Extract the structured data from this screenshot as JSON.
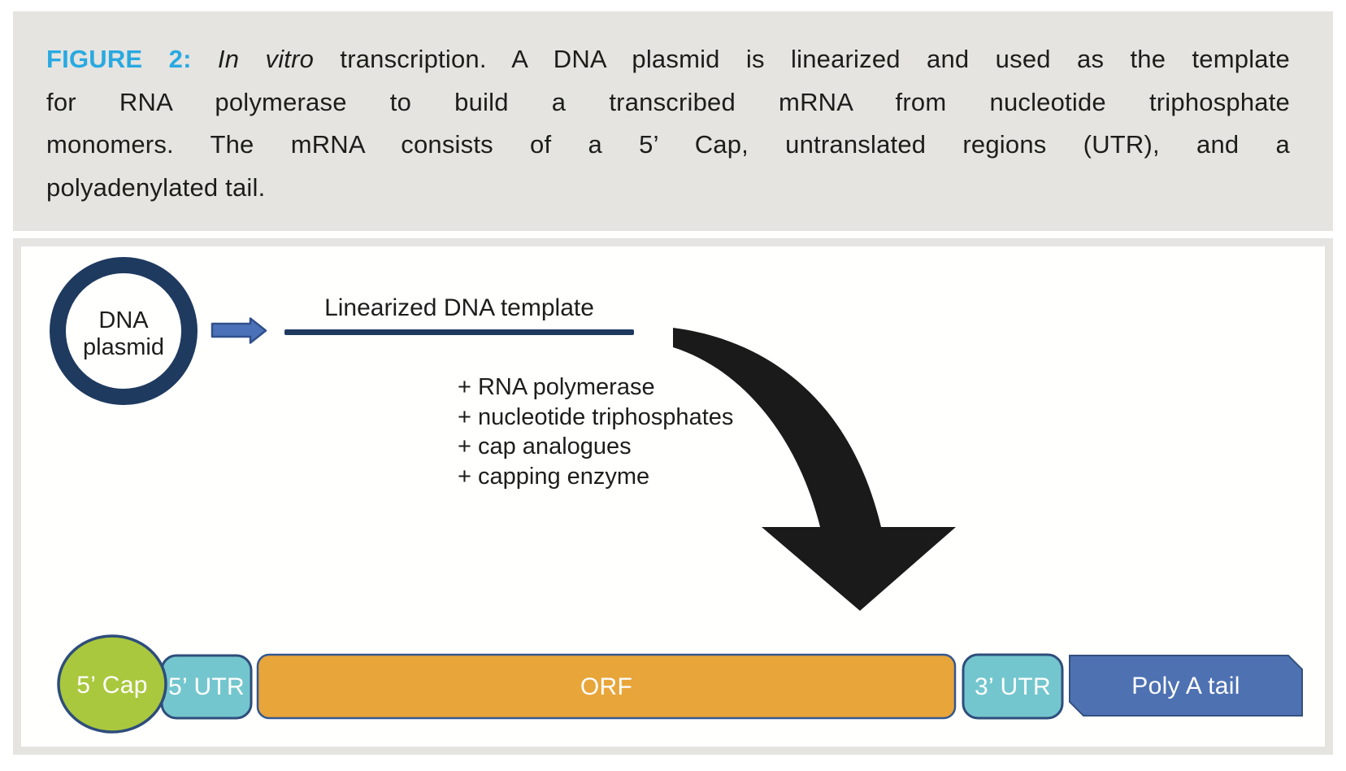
{
  "caption": {
    "label": "FIGURE 2:",
    "italic_phrase": "In vitro",
    "line1_rest": "transcription. A DNA plasmid is linearized and used as the template",
    "line2": "for RNA polymerase to build a transcribed mRNA from nucleotide triphosphate",
    "line3": "monomers. The mRNA consists of a 5’ Cap, untranslated regions (UTR), and a",
    "line4": "polyadenylated tail.",
    "label_color": "#29a9e1"
  },
  "diagram": {
    "plasmid_line1": "DNA",
    "plasmid_line2": "plasmid",
    "template_label": "Linearized DNA template",
    "reagents": [
      "+ RNA polymerase",
      "+ nucleotide triphosphates",
      "+ cap analogues",
      "+ capping enzyme"
    ],
    "mrna": {
      "cap": "5’ Cap",
      "utr5": "5’ UTR",
      "orf": "ORF",
      "utr3": "3’ UTR",
      "polya": "Poly A tail"
    },
    "colors": {
      "navy": "#1f3a5f",
      "steel_blue_arrow": "#4b72b8",
      "black_arrow": "#1a1a1a",
      "cap_green": "#a9c83d",
      "utr_teal": "#74c6ce",
      "orf_orange": "#e8a53a",
      "polya_blue": "#4e71b2",
      "segment_border": "#2e4d7b",
      "caption_bg": "#e5e4e1"
    }
  }
}
